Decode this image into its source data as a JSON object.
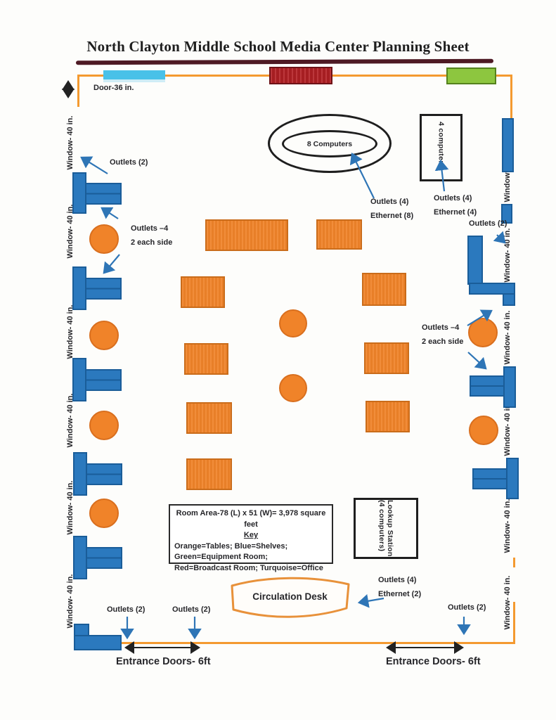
{
  "title": "North Clayton Middle School Media Center Planning Sheet",
  "labels": {
    "door": "Door-36 in.",
    "window": "Window- 40 in.",
    "outlets_2": "Outlets (2)",
    "outlets_4_a": "Outlets –4",
    "outlets_4_b": "2 each side",
    "outlets_4": "Outlets (4)",
    "ethernet_8": "Ethernet (8)",
    "ethernet_4": "Ethernet (4)",
    "ethernet_2": "Ethernet (2)",
    "entrance_doors": "Entrance Doors- 6ft",
    "computers_8": "8 Computers",
    "computers_4": "4 computers",
    "lookup_line1": "Lookup Station",
    "lookup_line2": "(4 computers)",
    "circulation_desk": "Circulation Desk"
  },
  "key_box": {
    "room_area": "Room Area-78 (L) x 51 (W)= 3,978 square feet",
    "heading": "Key",
    "line1": "Orange=Tables;  Blue=Shelves;",
    "line2": "Green=Equipment Room;",
    "line3": "Red=Broadcast Room; Turquoise=Office"
  },
  "colors": {
    "orange_table": "#F08329",
    "orange_wall": "#F49A30",
    "blue_shelf": "#2B79BE",
    "arrow_blue": "#2E75B6",
    "turquoise_office": "#49C1E8",
    "red_broadcast": "#B42025",
    "green_equipment": "#8DC63F",
    "title_rule": "#4E1A24",
    "ink": "#26262A"
  }
}
